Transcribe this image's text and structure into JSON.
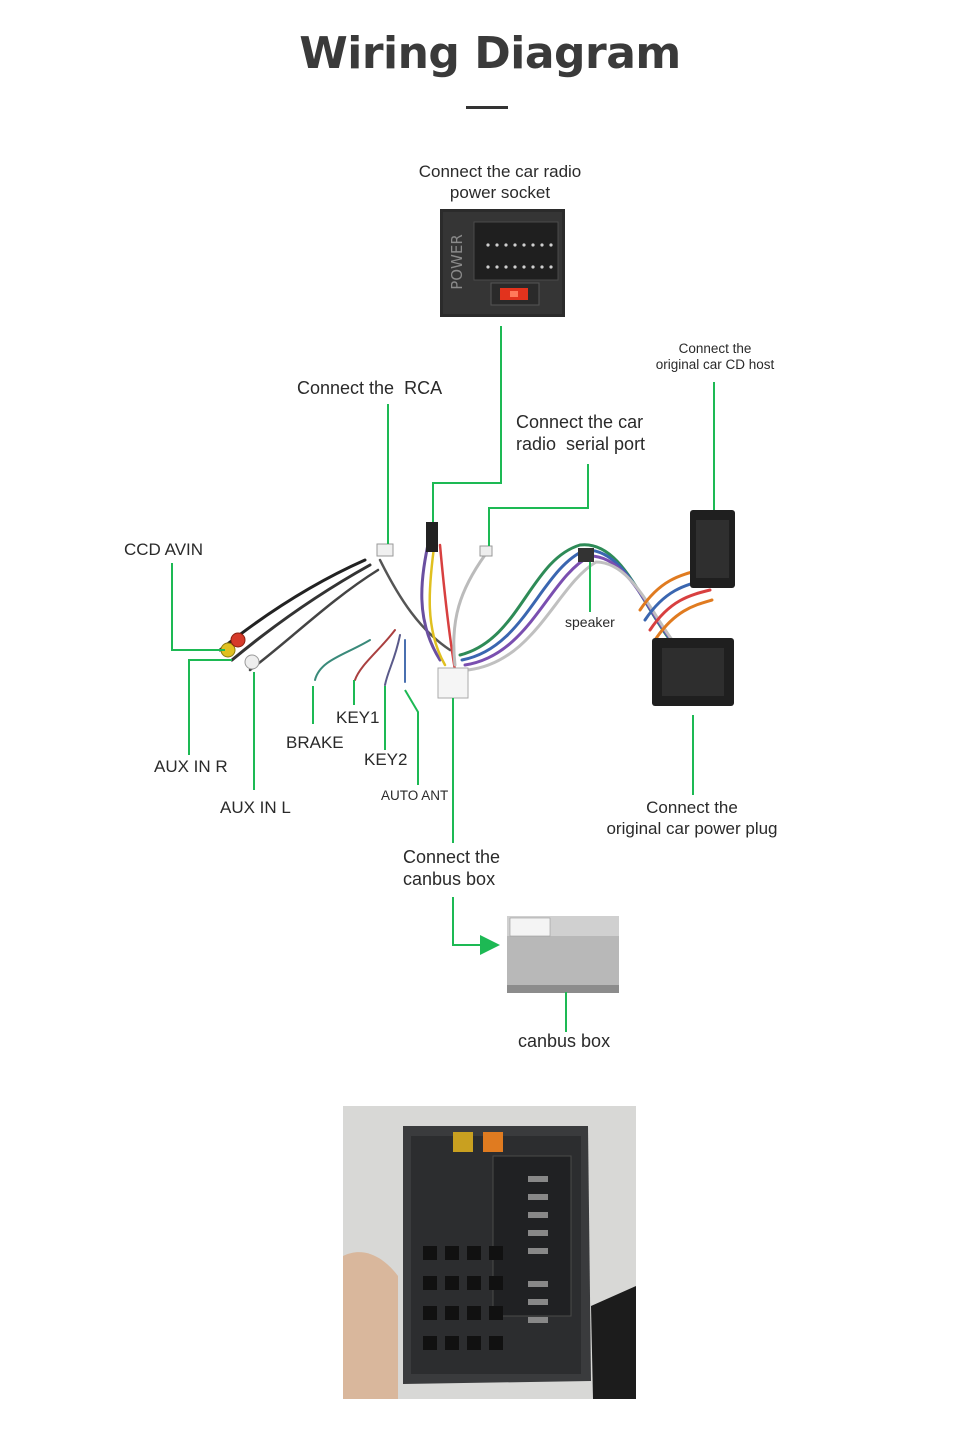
{
  "title": "Wiring Diagram",
  "accent_color": "#1db954",
  "labels": {
    "power_socket": "Connect the car radio\npower socket",
    "power_text": "POWER",
    "rca": "Connect the  RCA",
    "serial_port": "Connect the car\nradio  serial port",
    "cd_host": "Connect the\noriginal car CD host",
    "ccd_avin": "CCD AVIN",
    "speaker": "speaker",
    "key1": "KEY1",
    "brake": "BRAKE",
    "key2": "KEY2",
    "aux_in_r": "AUX IN R",
    "aux_in_l": "AUX IN L",
    "auto_ant": "AUTO ANT",
    "power_plug": "Connect the\noriginal car power plug",
    "canbus_connect": "Connect the\ncanbus box",
    "canbus_box": "canbus box"
  }
}
